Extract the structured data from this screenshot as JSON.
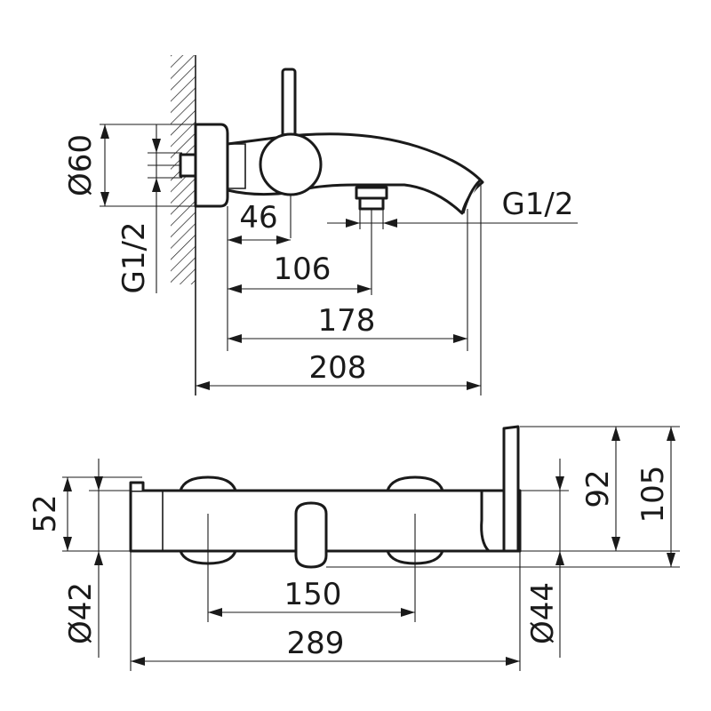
{
  "side_view": {
    "dims": {
      "d60": "Ø60",
      "g12_left": "G1/2",
      "g12_right": "G1/2",
      "d46": "46",
      "d106": "106",
      "d178": "178",
      "d208": "208"
    }
  },
  "front_view": {
    "dims": {
      "d52": "52",
      "d42": "Ø42",
      "d150": "150",
      "d289": "289",
      "d92": "92",
      "d105": "105",
      "d44": "Ø44"
    }
  },
  "colors": {
    "ink": "#1a1a1a",
    "paper": "#ffffff"
  }
}
